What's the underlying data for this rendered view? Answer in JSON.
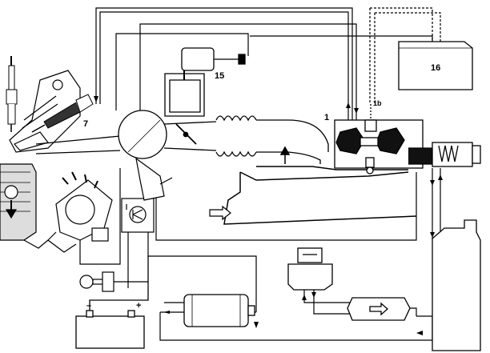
{
  "labels": {
    "pressure_actuator": "15",
    "main_component": "1",
    "sub_component": "1b",
    "ecu_box": "16",
    "aux_valve": "7"
  },
  "battery": {
    "minus": "–",
    "plus": "+"
  },
  "colors": {
    "line": "#000000",
    "background": "#ffffff",
    "fill_dark": "#111111"
  },
  "icons": [
    "spark-plug-icon",
    "injector-icon",
    "distributor-icon",
    "ignition-key-icon",
    "battery-icon",
    "fuel-filter-icon",
    "fuel-pump-icon",
    "fuel-tank-icon",
    "accumulator-icon",
    "airflow-arrow-icon"
  ]
}
